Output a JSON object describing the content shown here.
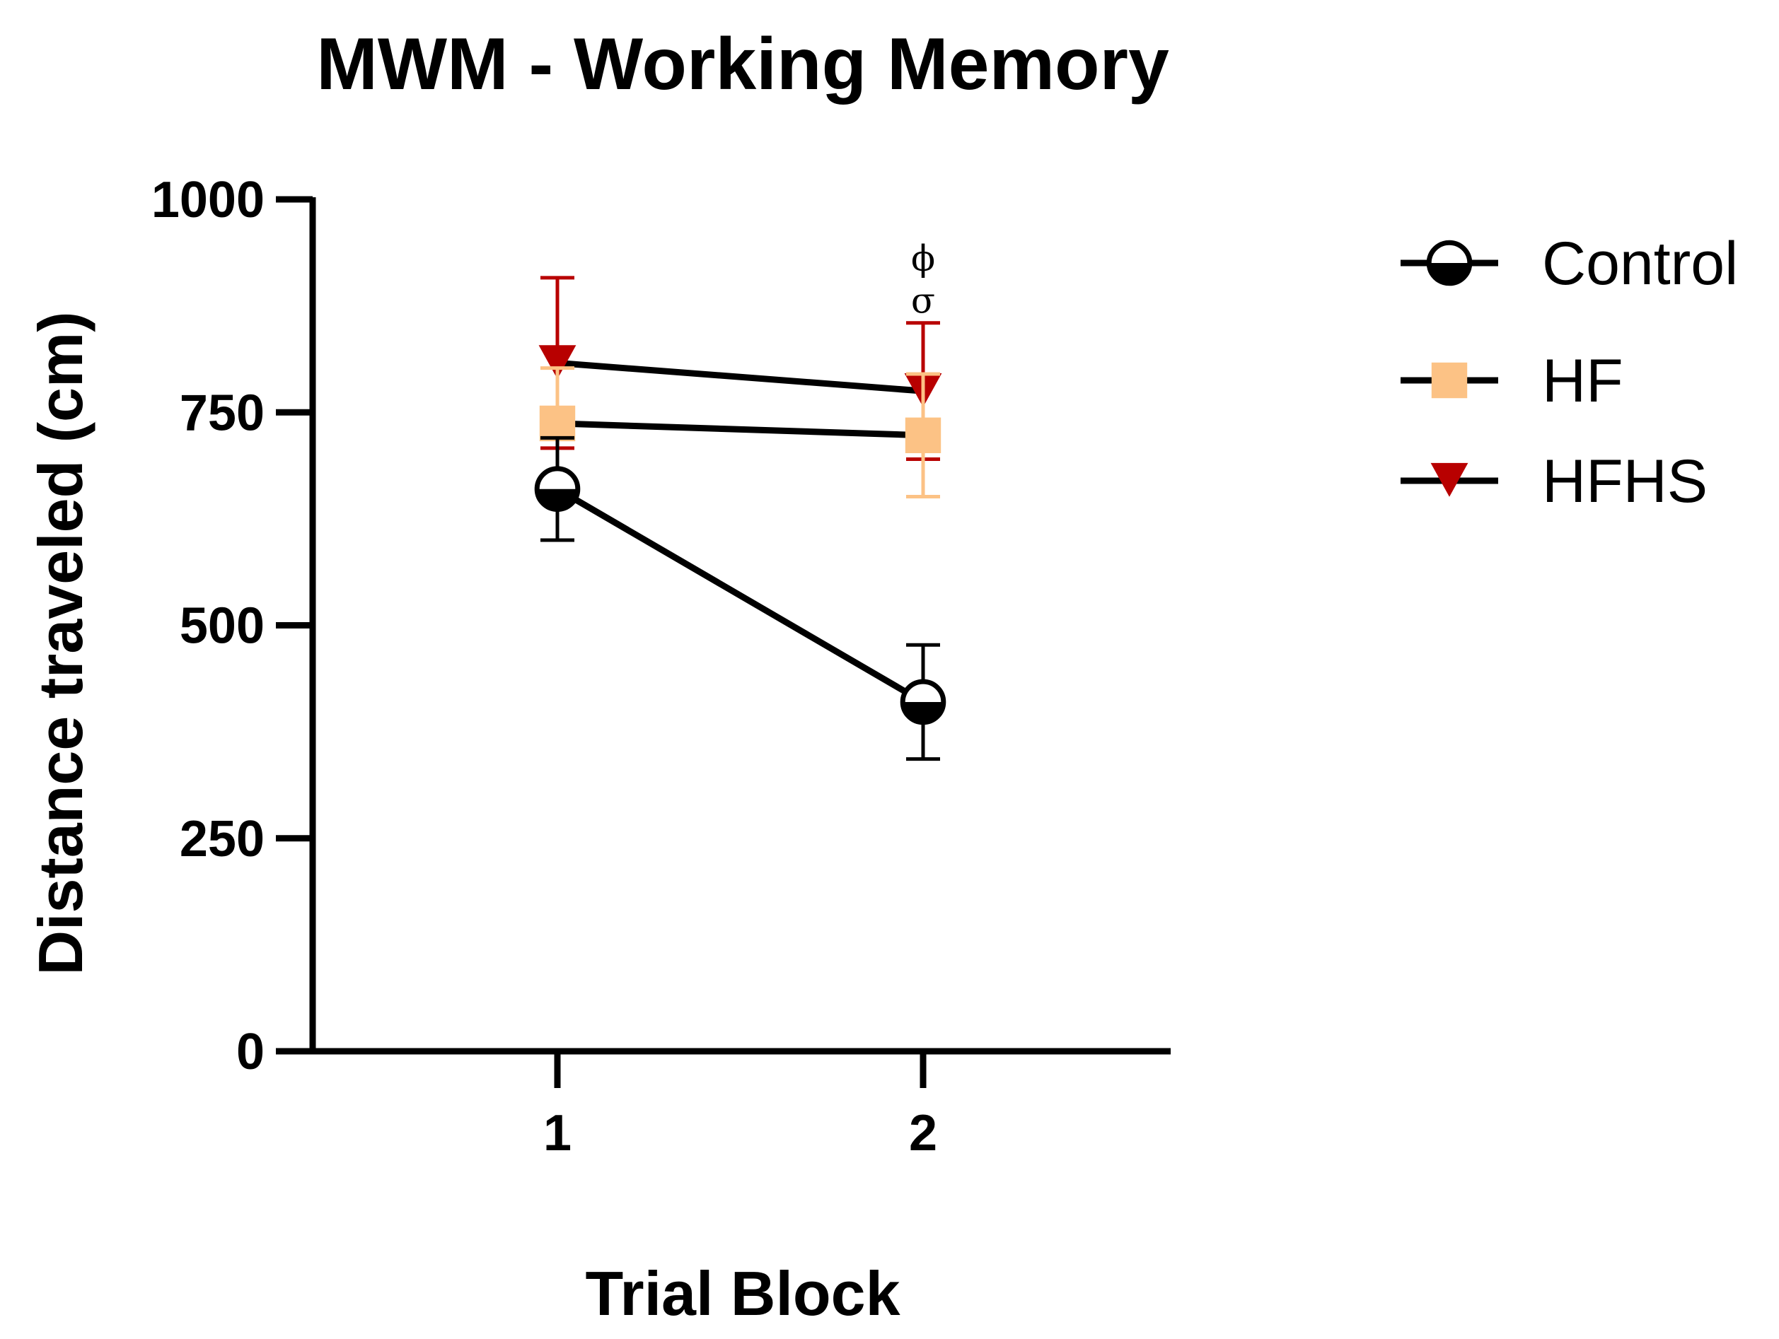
{
  "chart_data": {
    "type": "line",
    "title": "MWM - Working Memory",
    "xlabel": "Trial Block",
    "ylabel": "Distance traveled (cm)",
    "categories": [
      "1",
      "2"
    ],
    "ylim": [
      0,
      1000
    ],
    "y_ticks": [
      "0",
      "250",
      "500",
      "750",
      "1000"
    ],
    "grid": false,
    "legend_position": "right",
    "series": [
      {
        "name": "Control",
        "values": [
          660,
          410
        ],
        "error": [
          60,
          67
        ],
        "marker": "circle",
        "color": "#000000",
        "line_color": "#000000"
      },
      {
        "name": "HF",
        "values": [
          737,
          723
        ],
        "error": [
          65,
          72
        ],
        "marker": "square",
        "color": "#FCC285",
        "line_color": "#000000"
      },
      {
        "name": "HFHS",
        "values": [
          808,
          775
        ],
        "error": [
          100,
          80
        ],
        "marker": "triangle-down",
        "color": "#B80000",
        "line_color": "#000000"
      }
    ],
    "annotations": [
      {
        "text": "ϕ",
        "x": "2",
        "y": 930
      },
      {
        "text": "σ",
        "x": "2",
        "y": 880
      }
    ]
  }
}
